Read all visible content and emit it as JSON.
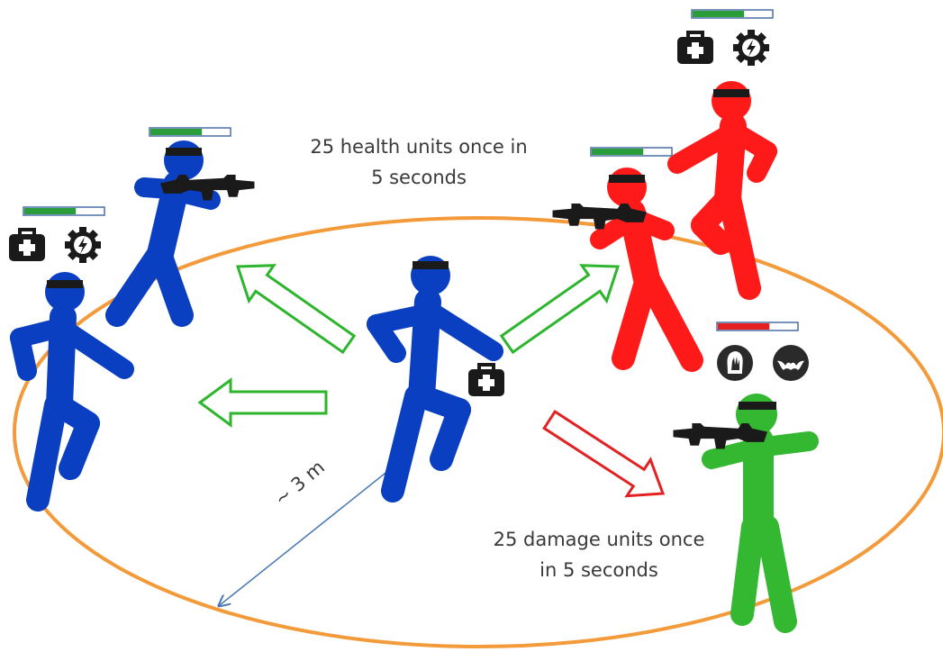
{
  "labels": {
    "heal_line1": "25 health units once in",
    "heal_line2": "5 seconds",
    "damage_line1": "25 damage units once",
    "damage_line2": "in 5 seconds",
    "distance": "~ 3 m"
  },
  "colors": {
    "blue_team": "#0a3fc2",
    "red_team": "#ff1a1a",
    "green_player": "#34b832",
    "zone_ellipse": "#f39a3b",
    "heal_arrow": "#2eb52e",
    "damage_arrow": "#e22222",
    "distance_line": "#4a77b4",
    "health_bar_fill": "#2a9d3a",
    "health_bar_low": "#e62020",
    "health_bar_border": "#4a6fa5"
  },
  "players": [
    {
      "team": "blue",
      "role": "healer",
      "health": 0
    },
    {
      "team": "blue",
      "role": "rifleman",
      "health": 0.65
    },
    {
      "team": "blue",
      "role": "runner",
      "health": 0.65,
      "buffs": [
        "medkit-icon",
        "energy-gear-icon"
      ]
    },
    {
      "team": "red",
      "role": "rifleman",
      "health": 0.65
    },
    {
      "team": "red",
      "role": "runner",
      "health": 0.65,
      "buffs": [
        "medkit-icon",
        "energy-gear-icon"
      ]
    },
    {
      "team": "green",
      "role": "rifleman",
      "health": 0.65,
      "health_color": "low",
      "debuffs": [
        "zombie-hand-icon",
        "bat-icon"
      ]
    }
  ]
}
